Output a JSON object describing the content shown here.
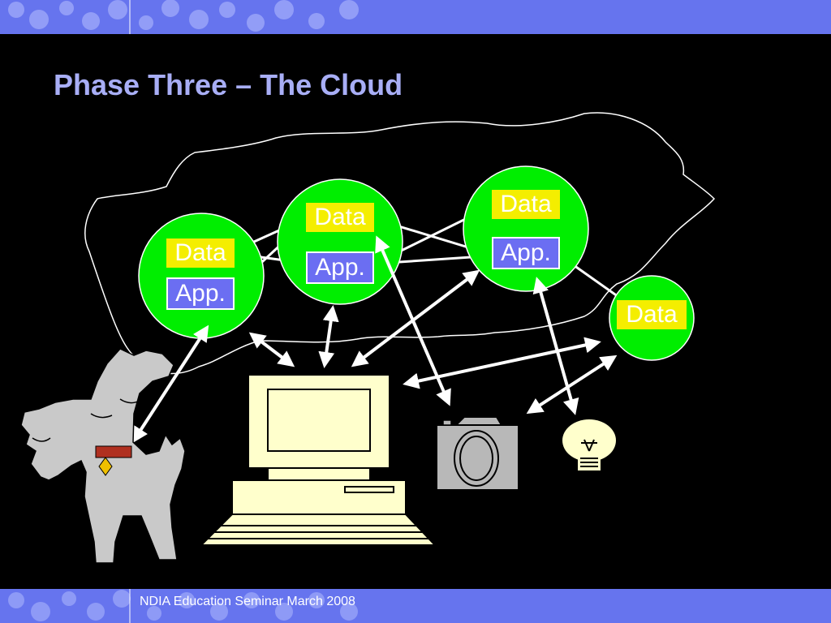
{
  "slide": {
    "title": "Phase Three – The Cloud",
    "footer": "NDIA Education Seminar March 2008"
  },
  "labels": {
    "node1_data": "Data",
    "node1_app": "App.",
    "node2_data": "Data",
    "node2_app": "App.",
    "node3_data": "Data",
    "node3_app": "App.",
    "node4_data": "Data"
  },
  "colors": {
    "background": "#000000",
    "band": "#6674ee",
    "title": "#a8aef6",
    "node_fill": "#00ee00",
    "data_label": "#f4ee00",
    "app_label": "#6b6ef2",
    "computer": "#ffffcc",
    "camera": "#b8b8b8",
    "dog": "#c9c9c9"
  },
  "icons": {
    "cloud": "cloud-outline",
    "dog": "dog-icon",
    "computer": "computer-icon",
    "camera": "camera-icon",
    "bulb": "lightbulb-icon"
  }
}
